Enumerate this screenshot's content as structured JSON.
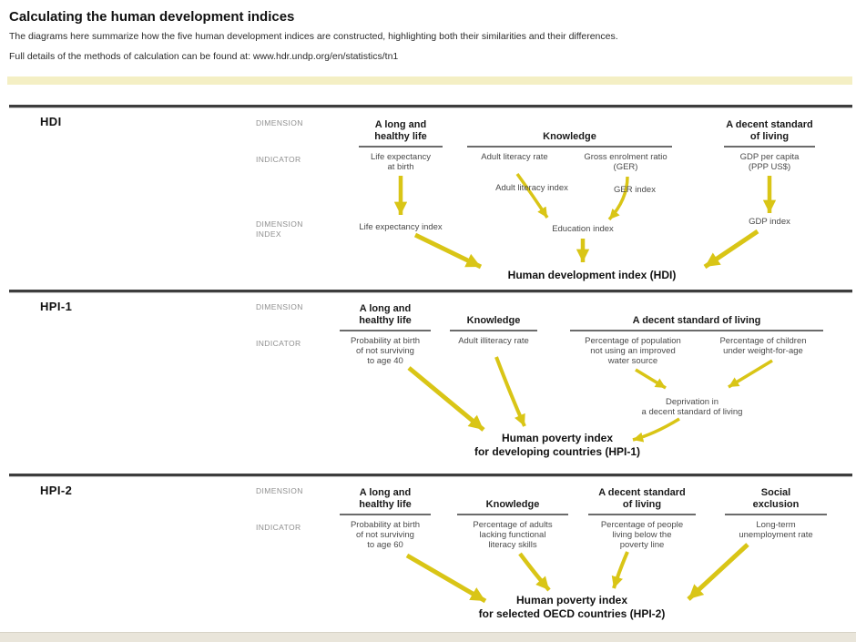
{
  "theme": {
    "arrow_color": "#d9c516",
    "top_accent_bar_color": "#f4efc4",
    "bottom_bar_color": "#e9e5da",
    "section_rule_color": "#3d3d3d",
    "row_label_color": "#8f8f8f"
  },
  "header": {
    "title": "Calculating the human development indices",
    "intro1": "The diagrams here summarize how the five human development indices are constructed, highlighting both their similarities and their differences.",
    "intro2": "Full details of the methods of calculation can be found at: www.hdr.undp.org/en/statistics/tn1"
  },
  "row_labels": {
    "dimension": "DIMENSION",
    "indicator": "INDICATOR",
    "dimension_index": "DIMENSION\nINDEX"
  },
  "hdi": {
    "label": "HDI",
    "col1_header": "A long and\nhealthy life",
    "col1_indicator": "Life expectancy\nat birth",
    "knowledge_header": "Knowledge",
    "adult_literacy_rate": "Adult literacy rate",
    "gross_enrolment_ratio": "Gross enrolment ratio\n(GER)",
    "adult_literacy_index": "Adult literacy index",
    "ger_index": "GER index",
    "col3_header": "A decent standard\nof living",
    "col3_indicator": "GDP per capita\n(PPP US$)",
    "life_expectancy_index": "Life expectancy index",
    "education_index": "Education index",
    "gdp_index": "GDP index",
    "result": "Human development index (HDI)"
  },
  "hpi1": {
    "label": "HPI-1",
    "col1_header": "A long and\nhealthy life",
    "col1_indicator": "Probability at birth\nof not surviving\nto age 40",
    "knowledge_header": "Knowledge",
    "knowledge_indicator": "Adult illiteracy rate",
    "col3_header": "A decent standard of living",
    "col3a_indicator": "Percentage of population\nnot using an improved\nwater source",
    "col3b_indicator": "Percentage of children\nunder weight-for-age",
    "deprivation": "Deprivation in\na decent standard of living",
    "result": "Human poverty index\nfor developing countries (HPI-1)"
  },
  "hpi2": {
    "label": "HPI-2",
    "col1_header": "A long and\nhealthy life",
    "col1_indicator": "Probability at birth\nof not surviving\nto age 60",
    "knowledge_header": "Knowledge",
    "knowledge_indicator": "Percentage of adults\nlacking functional\nliteracy skills",
    "col3_header": "A decent standard\nof living",
    "col3_indicator": "Percentage of people\nliving below the\npoverty line",
    "col4_header": "Social\nexclusion",
    "col4_indicator": "Long-term\nunemployment rate",
    "result": "Human poverty index\nfor selected OECD countries (HPI-2)"
  }
}
